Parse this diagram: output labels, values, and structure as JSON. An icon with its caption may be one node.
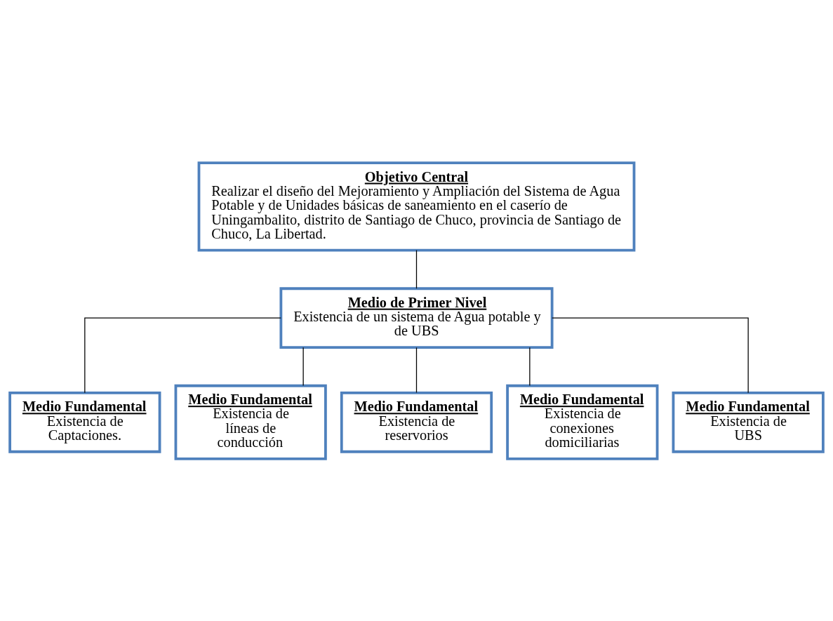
{
  "diagram": {
    "nodes": [
      {
        "text": [
          "Objetivo Central",
          "Realizar el diseño del Mejoramiento y Ampliación del Sistema de Agua Potable y de Unidades básicas de saneamiento en el caserío de Uningambalito, distrito de Santiago de Chuco, provincia de Santiago de Chuco, La Libertad."
        ]
      },
      {
        "text": [
          "Medio de Primer Nivel",
          "Existencia de un sistema de Agua potable y de UBS"
        ]
      },
      {
        "text": [
          "Medio Fundamental",
          "Existencia de Captaciones."
        ]
      },
      {
        "text": [
          "Medio Fundamental",
          "Existencia de líneas de conducción"
        ]
      },
      {
        "text": [
          "Medio Fundamental",
          "Existencia de reservorios"
        ]
      },
      {
        "text": [
          "Medio Fundamental",
          "Existencia de conexiones domiciliarias"
        ]
      },
      {
        "text": [
          "Medio Fundamental",
          "Existencia de UBS"
        ]
      }
    ],
    "edges": [
      {
        "from": 0,
        "to": 1,
        "arrow": "none"
      },
      {
        "from": 1,
        "to": 2,
        "arrow": "none"
      },
      {
        "from": 1,
        "to": 3,
        "arrow": "none"
      },
      {
        "from": 1,
        "to": 4,
        "arrow": "none"
      },
      {
        "from": 1,
        "to": 5,
        "arrow": "none"
      },
      {
        "from": 1,
        "to": 6,
        "arrow": "none"
      }
    ]
  }
}
